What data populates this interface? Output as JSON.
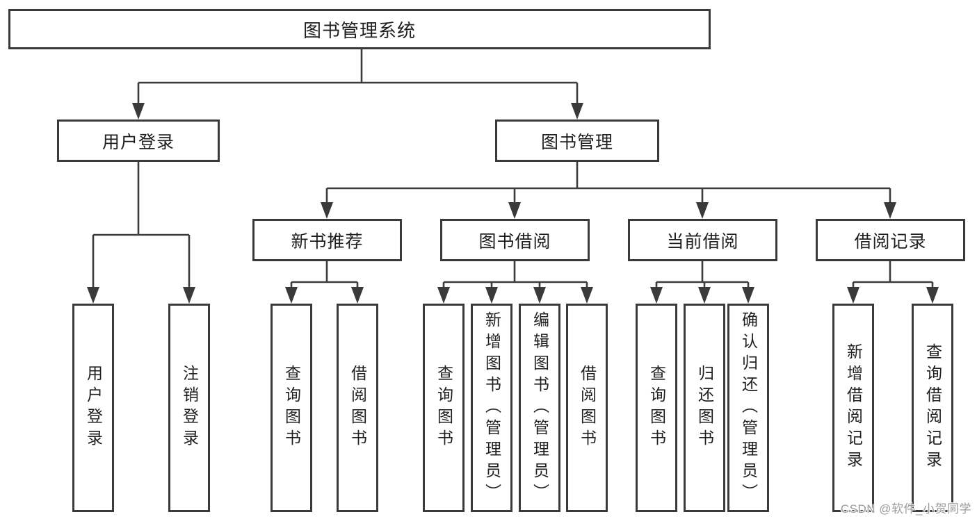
{
  "diagram": {
    "root": "图书管理系统",
    "branches": {
      "user_login": "用户登录",
      "book_mgmt": "图书管理"
    },
    "sections": {
      "new_book_rec": "新书推荐",
      "book_borrow": "图书借阅",
      "current_borrow": "当前借阅",
      "borrow_record": "借阅记录"
    },
    "leaves": {
      "user_login": "用户登录",
      "logout": "注销登录",
      "nbr_query": "查询图书",
      "nbr_borrow": "借阅图书",
      "bb_query": "查询图书",
      "bb_add": "新增图书（管理员）",
      "bb_edit": "编辑图书（管理员）",
      "bb_borrow": "借阅图书",
      "cb_query": "查询图书",
      "cb_return": "归还图书",
      "cb_confirm": "确认归还（管理员）",
      "br_add": "新增借阅记录",
      "br_query": "查询借阅记录"
    }
  },
  "watermark": "CSDN @软件_小贺同学",
  "colors": {
    "line": "#3c3c3c",
    "border": "#3a3a3a",
    "text": "#1f1f1f",
    "watermark": "#9b9b9b"
  }
}
